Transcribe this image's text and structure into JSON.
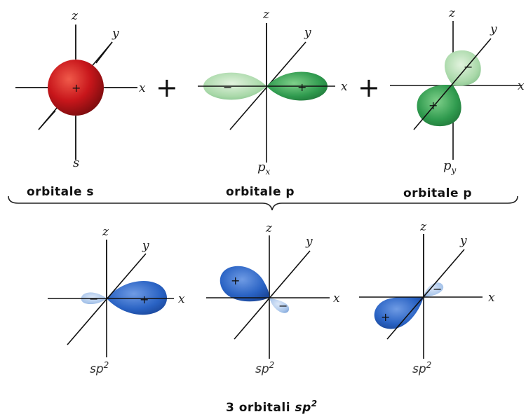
{
  "colors": {
    "s_orbital": "#c8161b",
    "p_orbital": "#2f9a4e",
    "p_orbital_light": "#a8d8a8",
    "sp2_orbital": "#2a63c4",
    "sp2_orbital_light": "#a7c4ea"
  },
  "axes": {
    "x": "x",
    "y": "y",
    "z": "z"
  },
  "signs": {
    "plus": "+",
    "minus": "−"
  },
  "operators": {
    "plus1": "+",
    "plus2": "+"
  },
  "top": {
    "s": {
      "sub_label": "s",
      "caption": "orbitale s"
    },
    "px": {
      "sub_main": "p",
      "sub_index": "x",
      "caption": "orbitale p"
    },
    "py": {
      "sub_main": "p",
      "sub_index": "y",
      "caption": "orbitale p"
    }
  },
  "bottom": {
    "label_main": "sp",
    "label_sup": "2",
    "caption_prefix": "3 orbitali ",
    "caption_main": "sp",
    "caption_sup": "2"
  }
}
